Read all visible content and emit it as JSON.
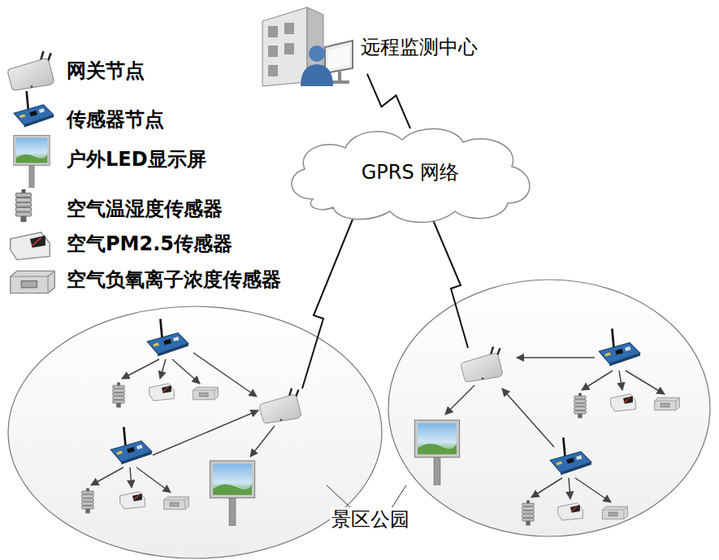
{
  "diagram": {
    "nodes": [
      {
        "text": [
          "远程监测中心"
        ]
      },
      {
        "text": [
          "GPRS 网络"
        ]
      }
    ],
    "edges": [
      {
        "from": 1,
        "to": 0,
        "arrow": "none"
      }
    ],
    "labels": [
      "景区公园"
    ],
    "legend": [
      {
        "text": "网关节点"
      },
      {
        "text": "传感器节点"
      },
      {
        "text": "户外LED显示屏"
      },
      {
        "text": "空气温湿度传感器"
      },
      {
        "text": "空气PM2.5传感器"
      },
      {
        "text": "空气负氧离子浓度传感器"
      }
    ]
  }
}
